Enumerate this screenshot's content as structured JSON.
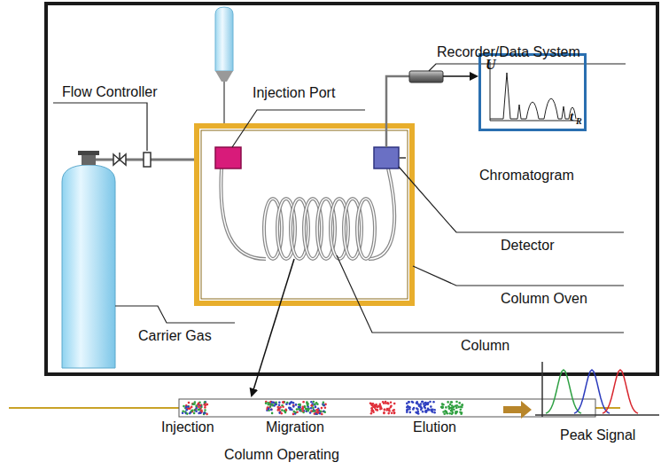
{
  "diagram": {
    "nodes": [
      {
        "text": [
          "U",
          "t",
          "R",
          "Chromatogram"
        ]
      }
    ],
    "labels": [
      "Flow Controller",
      "Injection Port",
      "Recorder/Data System",
      "Detector",
      "Column Oven",
      "Carrier Gas",
      "Column",
      "Injection",
      "Migration",
      "Elution",
      "Peak Signal",
      "Column Operating"
    ]
  }
}
